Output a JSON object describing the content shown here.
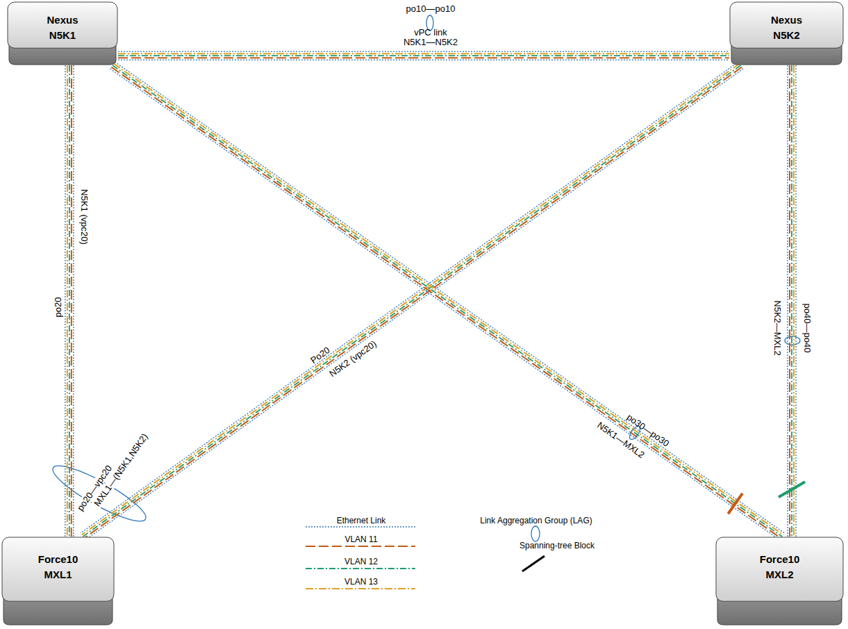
{
  "diagram": {
    "nodes": [
      {
        "text": [
          "Nexus N5K1"
        ]
      },
      {
        "text": [
          "Nexus N5K2"
        ]
      },
      {
        "text": [
          "Force10 MXL1"
        ]
      },
      {
        "text": [
          "Force10 MXL2"
        ]
      }
    ],
    "edges": [
      {
        "from": 0,
        "to": 1,
        "arrow": "none",
        "label": "po10—po10"
      },
      {
        "from": 0,
        "to": 2,
        "arrow": "none",
        "label": "po20"
      },
      {
        "from": 1,
        "to": 2,
        "arrow": "none",
        "label": "Po20"
      },
      {
        "from": 0,
        "to": 3,
        "arrow": "none",
        "label": "po30—po30"
      },
      {
        "from": 1,
        "to": 3,
        "arrow": "none",
        "label": "po40—po40"
      }
    ],
    "labels": [
      "vPC link",
      "N5K1—N5K2",
      "N5K1 (vpc20)",
      "N5K2 (vpc20)",
      "N5K1—MXL2",
      "N5K2—MXL2",
      "po20—vpc20",
      "MXL1—(N5K1,N5K2)"
    ],
    "legend": [
      {
        "text": "Ethernet Link"
      },
      {
        "text": "VLAN 11"
      },
      {
        "text": "VLAN 12"
      },
      {
        "text": "VLAN 13"
      },
      {
        "text": "Link Aggregation Group (LAG)"
      },
      {
        "text": "Spanning-tree Block"
      }
    ]
  }
}
